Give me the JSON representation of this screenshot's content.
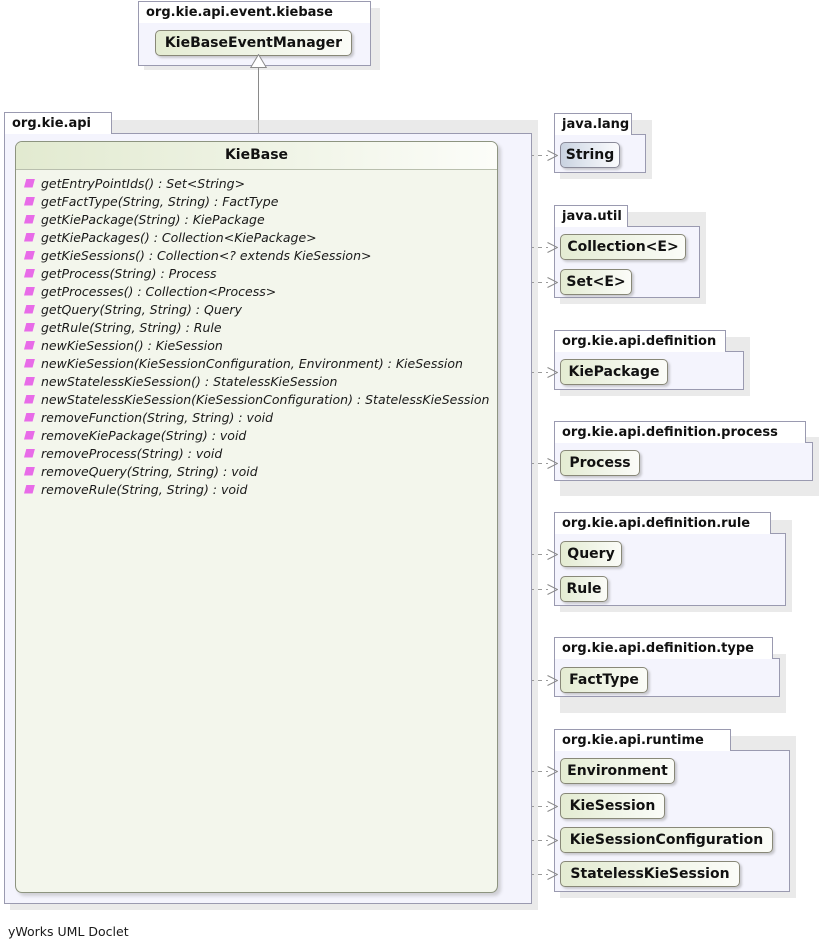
{
  "diagram": {
    "tool_label": "yWorks UML Doclet",
    "colors": {
      "interface_fill": "#e4ecd2",
      "class_fill": "#c9d2e0",
      "package_fill": "#f4f4fd",
      "method_icon": "#e86be8",
      "border": "#8d9480",
      "connector": "#8a8a8a"
    }
  },
  "packages": {
    "event_kiebase": {
      "name": "org.kie.api.event.kiebase",
      "types": [
        {
          "name": "KieBaseEventManager",
          "kind": "interface"
        }
      ]
    },
    "kie_api": {
      "name": "org.kie.api",
      "main_class": {
        "name": "KieBase",
        "kind": "interface",
        "methods": [
          "getEntryPointIds() : Set<String>",
          "getFactType(String, String) : FactType",
          "getKiePackage(String) : KiePackage",
          "getKiePackages() : Collection<KiePackage>",
          "getKieSessions() : Collection<? extends KieSession>",
          "getProcess(String) : Process",
          "getProcesses() : Collection<Process>",
          "getQuery(String, String) : Query",
          "getRule(String, String) : Rule",
          "newKieSession() : KieSession",
          "newKieSession(KieSessionConfiguration, Environment) : KieSession",
          "newStatelessKieSession() : StatelessKieSession",
          "newStatelessKieSession(KieSessionConfiguration) : StatelessKieSession",
          "removeFunction(String, String) : void",
          "removeKiePackage(String) : void",
          "removeProcess(String) : void",
          "removeQuery(String, String) : void",
          "removeRule(String, String) : void"
        ]
      }
    },
    "java_lang": {
      "name": "java.lang",
      "types": [
        {
          "name": "String",
          "kind": "class"
        }
      ]
    },
    "java_util": {
      "name": "java.util",
      "types": [
        {
          "name": "Collection<E>",
          "kind": "interface"
        },
        {
          "name": "Set<E>",
          "kind": "interface"
        }
      ]
    },
    "definition": {
      "name": "org.kie.api.definition",
      "types": [
        {
          "name": "KiePackage",
          "kind": "interface"
        }
      ]
    },
    "definition_process": {
      "name": "org.kie.api.definition.process",
      "types": [
        {
          "name": "Process",
          "kind": "interface"
        }
      ]
    },
    "definition_rule": {
      "name": "org.kie.api.definition.rule",
      "types": [
        {
          "name": "Query",
          "kind": "interface"
        },
        {
          "name": "Rule",
          "kind": "interface"
        }
      ]
    },
    "definition_type": {
      "name": "org.kie.api.definition.type",
      "types": [
        {
          "name": "FactType",
          "kind": "interface"
        }
      ]
    },
    "runtime": {
      "name": "org.kie.api.runtime",
      "types": [
        {
          "name": "Environment",
          "kind": "interface"
        },
        {
          "name": "KieSession",
          "kind": "interface"
        },
        {
          "name": "KieSessionConfiguration",
          "kind": "interface"
        },
        {
          "name": "StatelessKieSession",
          "kind": "interface"
        }
      ]
    }
  },
  "relationships": {
    "generalization": {
      "from": "KieBase",
      "to": "KieBaseEventManager"
    },
    "dependencies": [
      "String",
      "Collection<E>",
      "Set<E>",
      "KiePackage",
      "Process",
      "Query",
      "Rule",
      "FactType",
      "Environment",
      "KieSession",
      "KieSessionConfiguration",
      "StatelessKieSession"
    ]
  }
}
